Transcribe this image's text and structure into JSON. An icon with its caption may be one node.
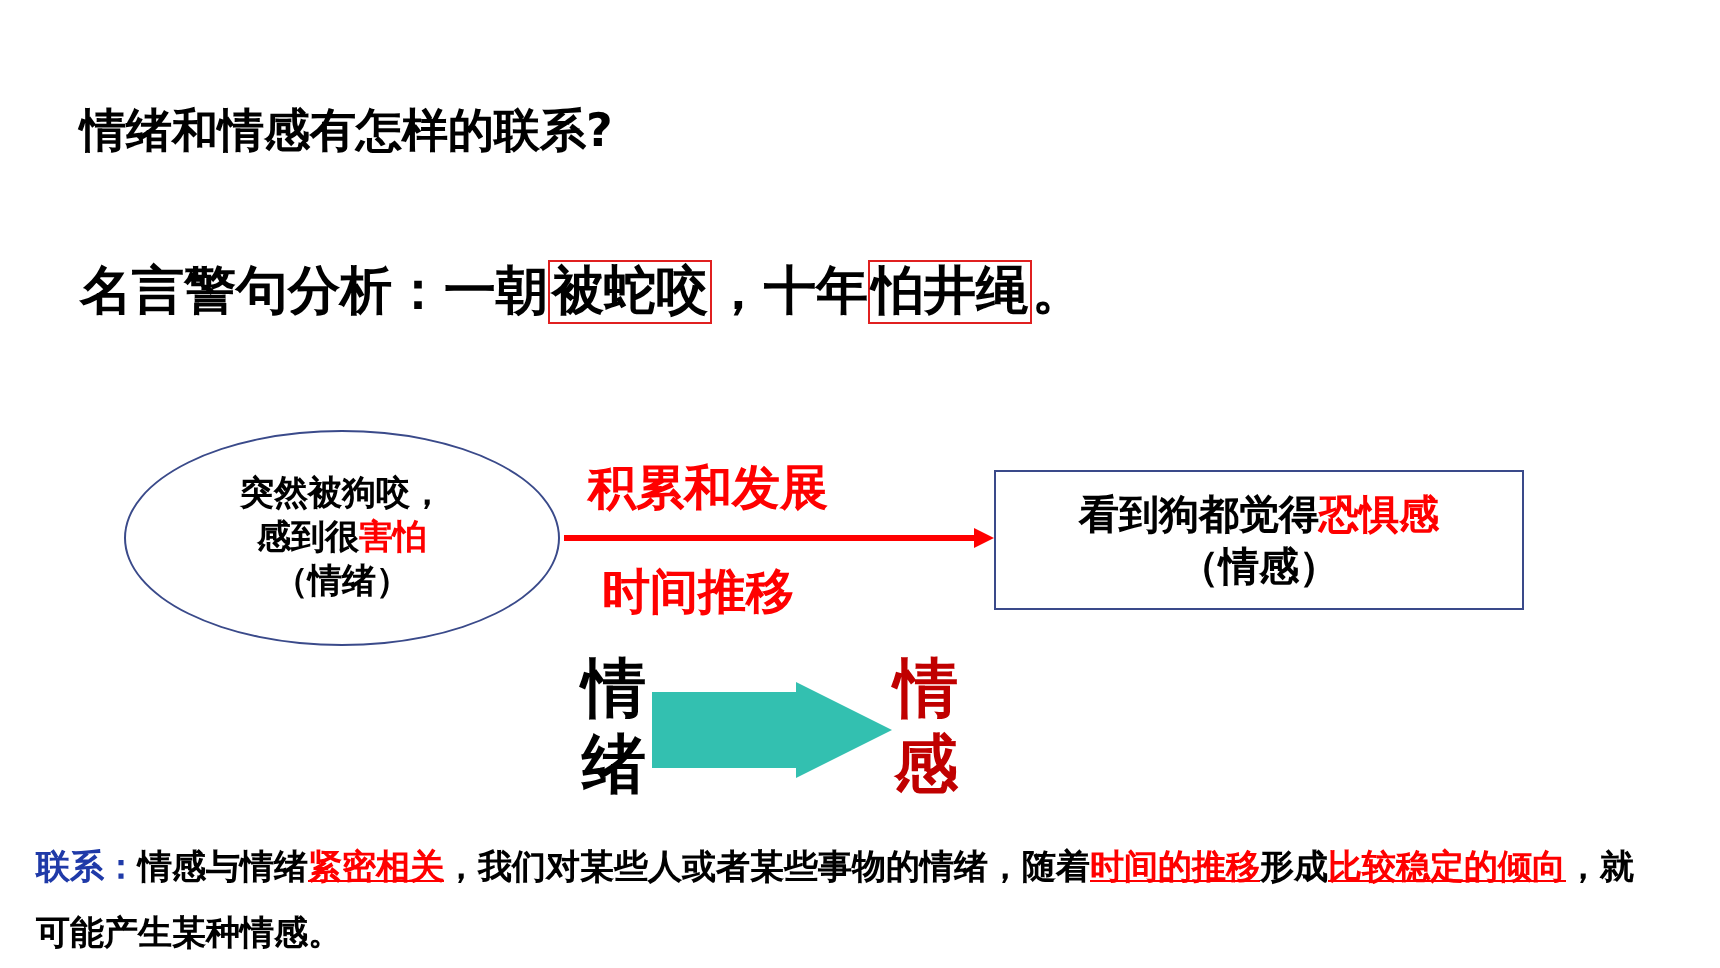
{
  "diagram": {
    "title": "情绪和情感有怎样的联系?",
    "nodes": [
      {
        "text": [
          "突然被狗咬，感到很**害怕**",
          "（情绪）"
        ]
      },
      {
        "text": [
          "看到狗都觉得**恐惧感**",
          "（情感）"
        ]
      },
      {
        "text": [
          "情绪"
        ]
      },
      {
        "text": [
          "情感"
        ]
      }
    ],
    "edges": [
      {
        "from": 0,
        "to": 1,
        "arrow": "to",
        "label": "积累和发展",
        "color": "#ff0000"
      },
      {
        "from": 2,
        "to": 3,
        "arrow": "to",
        "style": "thick",
        "color": "#33c0b0"
      }
    ],
    "labels": [
      "名言警句分析：一朝**被蛇咬**，十年**怕井绳**。",
      "时间推移",
      "**联系：**情感与情绪**紧密相关**，我们对某些人或者某些事物的情绪，随着**时间的推移**形成**比较稳定的倾向**，就可能产生某种情感。"
    ]
  }
}
